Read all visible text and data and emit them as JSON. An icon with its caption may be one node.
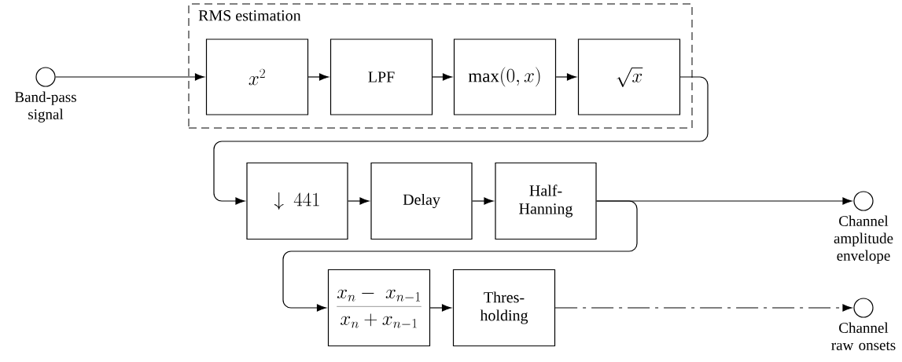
{
  "diagram": {
    "nodes": [
      {
        "text": [],
        "shape": "circle",
        "beside": [
          "Band-pass signal"
        ]
      },
      {
        "text": [
          "RMS estimation"
        ]
      },
      {
        "text": [
          "x^{2}"
        ],
        "in": 1
      },
      {
        "text": [
          "LPF"
        ],
        "in": 1
      },
      {
        "text": [
          "\\max(0,x)"
        ],
        "in": 1
      },
      {
        "text": [
          "\\sqrt{x}"
        ],
        "in": 1
      },
      {
        "text": [
          "\\downarrow 441"
        ]
      },
      {
        "text": [
          "Delay"
        ]
      },
      {
        "text": [
          "Half-Hanning"
        ]
      },
      {
        "text": [
          "\\frac{x_{n} -\\; x_{n-1}}{x_{n} + x_{n-1}}"
        ]
      },
      {
        "text": [
          "Thres-holding"
        ]
      },
      {
        "text": [],
        "shape": "circle",
        "beside": [
          "Channel amplitude envelope"
        ]
      },
      {
        "text": [],
        "shape": "circle",
        "beside": [
          "Channel raw onsets"
        ]
      }
    ],
    "edges": [
      {
        "from": 0,
        "to": 2,
        "arrow": "to"
      },
      {
        "from": 2,
        "to": 3,
        "arrow": "to"
      },
      {
        "from": 3,
        "to": 4,
        "arrow": "to"
      },
      {
        "from": 4,
        "to": 5,
        "arrow": "to"
      },
      {
        "from": 5,
        "to": 6,
        "arrow": "to"
      },
      {
        "from": 6,
        "to": 7,
        "arrow": "to"
      },
      {
        "from": 7,
        "to": 8,
        "arrow": "to"
      },
      {
        "from": 8,
        "to": 11,
        "arrow": "to"
      },
      {
        "from": 8,
        "to": 9,
        "arrow": "to"
      },
      {
        "from": 9,
        "to": 10,
        "arrow": "to"
      },
      {
        "from": 10,
        "to": 12,
        "arrow": "to",
        "style": "dashed"
      }
    ]
  }
}
